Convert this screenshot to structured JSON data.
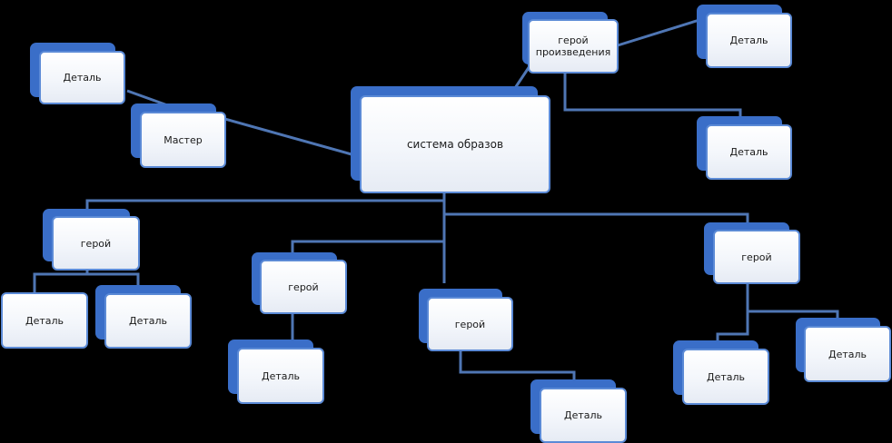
{
  "diagram": {
    "colors": {
      "background": "#000000",
      "box_back": "#3a6ec8",
      "box_border": "#5b8ad6",
      "connector": "#4f76b4"
    },
    "nodes": {
      "root": "система образов",
      "hero_work": "герой произведения",
      "master": "Мастер",
      "detail_master": "Деталь",
      "detail_hw_1": "Деталь",
      "detail_hw_2": "Деталь",
      "hero_1": "герой",
      "hero_2": "герой",
      "hero_3": "герой",
      "hero_4": "герой",
      "detail_h1_a": "Деталь",
      "detail_h1_b": "Деталь",
      "detail_h2": "Деталь",
      "detail_h3": "Деталь",
      "detail_h4_a": "Деталь",
      "detail_h4_b": "Деталь"
    }
  }
}
